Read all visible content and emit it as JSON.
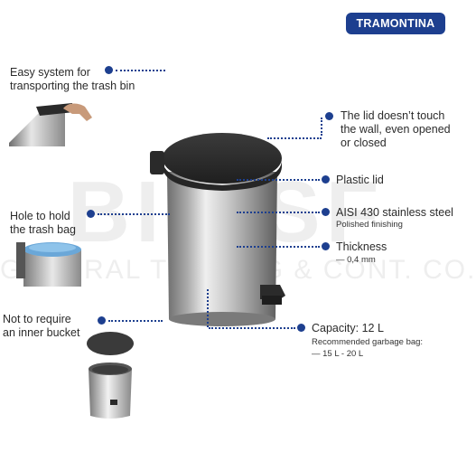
{
  "brand": {
    "name": "TRAMONTINA",
    "color": "#1d3f8f"
  },
  "watermark": {
    "line1": "BINISF",
    "line2": "GENERAL TRADING & CONT. CO."
  },
  "features": {
    "transport": {
      "line1": "Easy system for",
      "line2": "transporting the trash bin"
    },
    "hole": {
      "line1": "Hole to hold",
      "line2": "the trash bag"
    },
    "bucket": {
      "line1": "Not  to  require",
      "line2": "an inner bucket"
    },
    "lid_wall": {
      "line1": "The lid doesn’t touch",
      "line2": "the wall, even opened",
      "line3": "or closed"
    },
    "plastic_lid": {
      "label": "Plastic lid"
    },
    "steel": {
      "label": "AISI 430 stainless steel",
      "sub": "Polished finishing"
    },
    "thickness": {
      "label": "Thickness",
      "sub": "— 0,4 mm"
    },
    "capacity": {
      "label": "Capacity: 12 L",
      "sub1": "Recommended garbage bag:",
      "sub2": "— 15 L - 20 L"
    }
  },
  "icons": {
    "bullet": "dot-icon",
    "accent": "#1d3f8f"
  }
}
